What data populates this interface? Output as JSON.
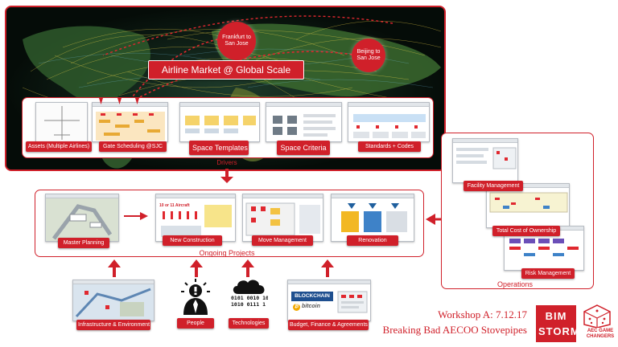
{
  "map": {
    "title": "Airline Market @ Global Scale",
    "route_frankfurt": "Frankfurt to San Jose",
    "route_beijing": "Beijing to San Jose"
  },
  "drivers": {
    "caption": "Drivers",
    "items": [
      {
        "label": "Assets (Multiple Airlines)"
      },
      {
        "label": "Gate Scheduling @SJC"
      },
      {
        "label": "Space Templates"
      },
      {
        "label": "Space Criteria"
      },
      {
        "label": "Standards + Codes"
      }
    ]
  },
  "ongoing": {
    "caption": "Ongoing Projects",
    "items": [
      {
        "label": "Master Planning"
      },
      {
        "label": "New Construction"
      },
      {
        "label": "Move Management"
      },
      {
        "label": "Renovation"
      }
    ],
    "new_construction_note": "10 or 11 Aircraft"
  },
  "operations": {
    "caption": "Operations",
    "items": [
      {
        "label": "Facility Management"
      },
      {
        "label": "Total Cost of Ownership"
      },
      {
        "label": "Risk Management"
      }
    ]
  },
  "inputs": [
    {
      "label": "Infrastructure & Environment"
    },
    {
      "label": "People"
    },
    {
      "label": "Technologies"
    },
    {
      "label": "Budget, Finance & Agreements"
    }
  ],
  "blockchain": {
    "word1": "BLOCKCHAIN",
    "word2": "bitcoin"
  },
  "binary_text": "0101 0010 10\n1010 0111 1 10 1",
  "workshop": {
    "line1": "Workshop A: 7.12.17",
    "line2": "Breaking Bad AECOO Stovepipes"
  },
  "logos": {
    "btn": "BIM STORM",
    "aec": "AEC GAME CHANGERS"
  },
  "colors": {
    "accent": "#d0202a",
    "map_bg": "#0b1a12",
    "arc": "#f2d64a"
  }
}
